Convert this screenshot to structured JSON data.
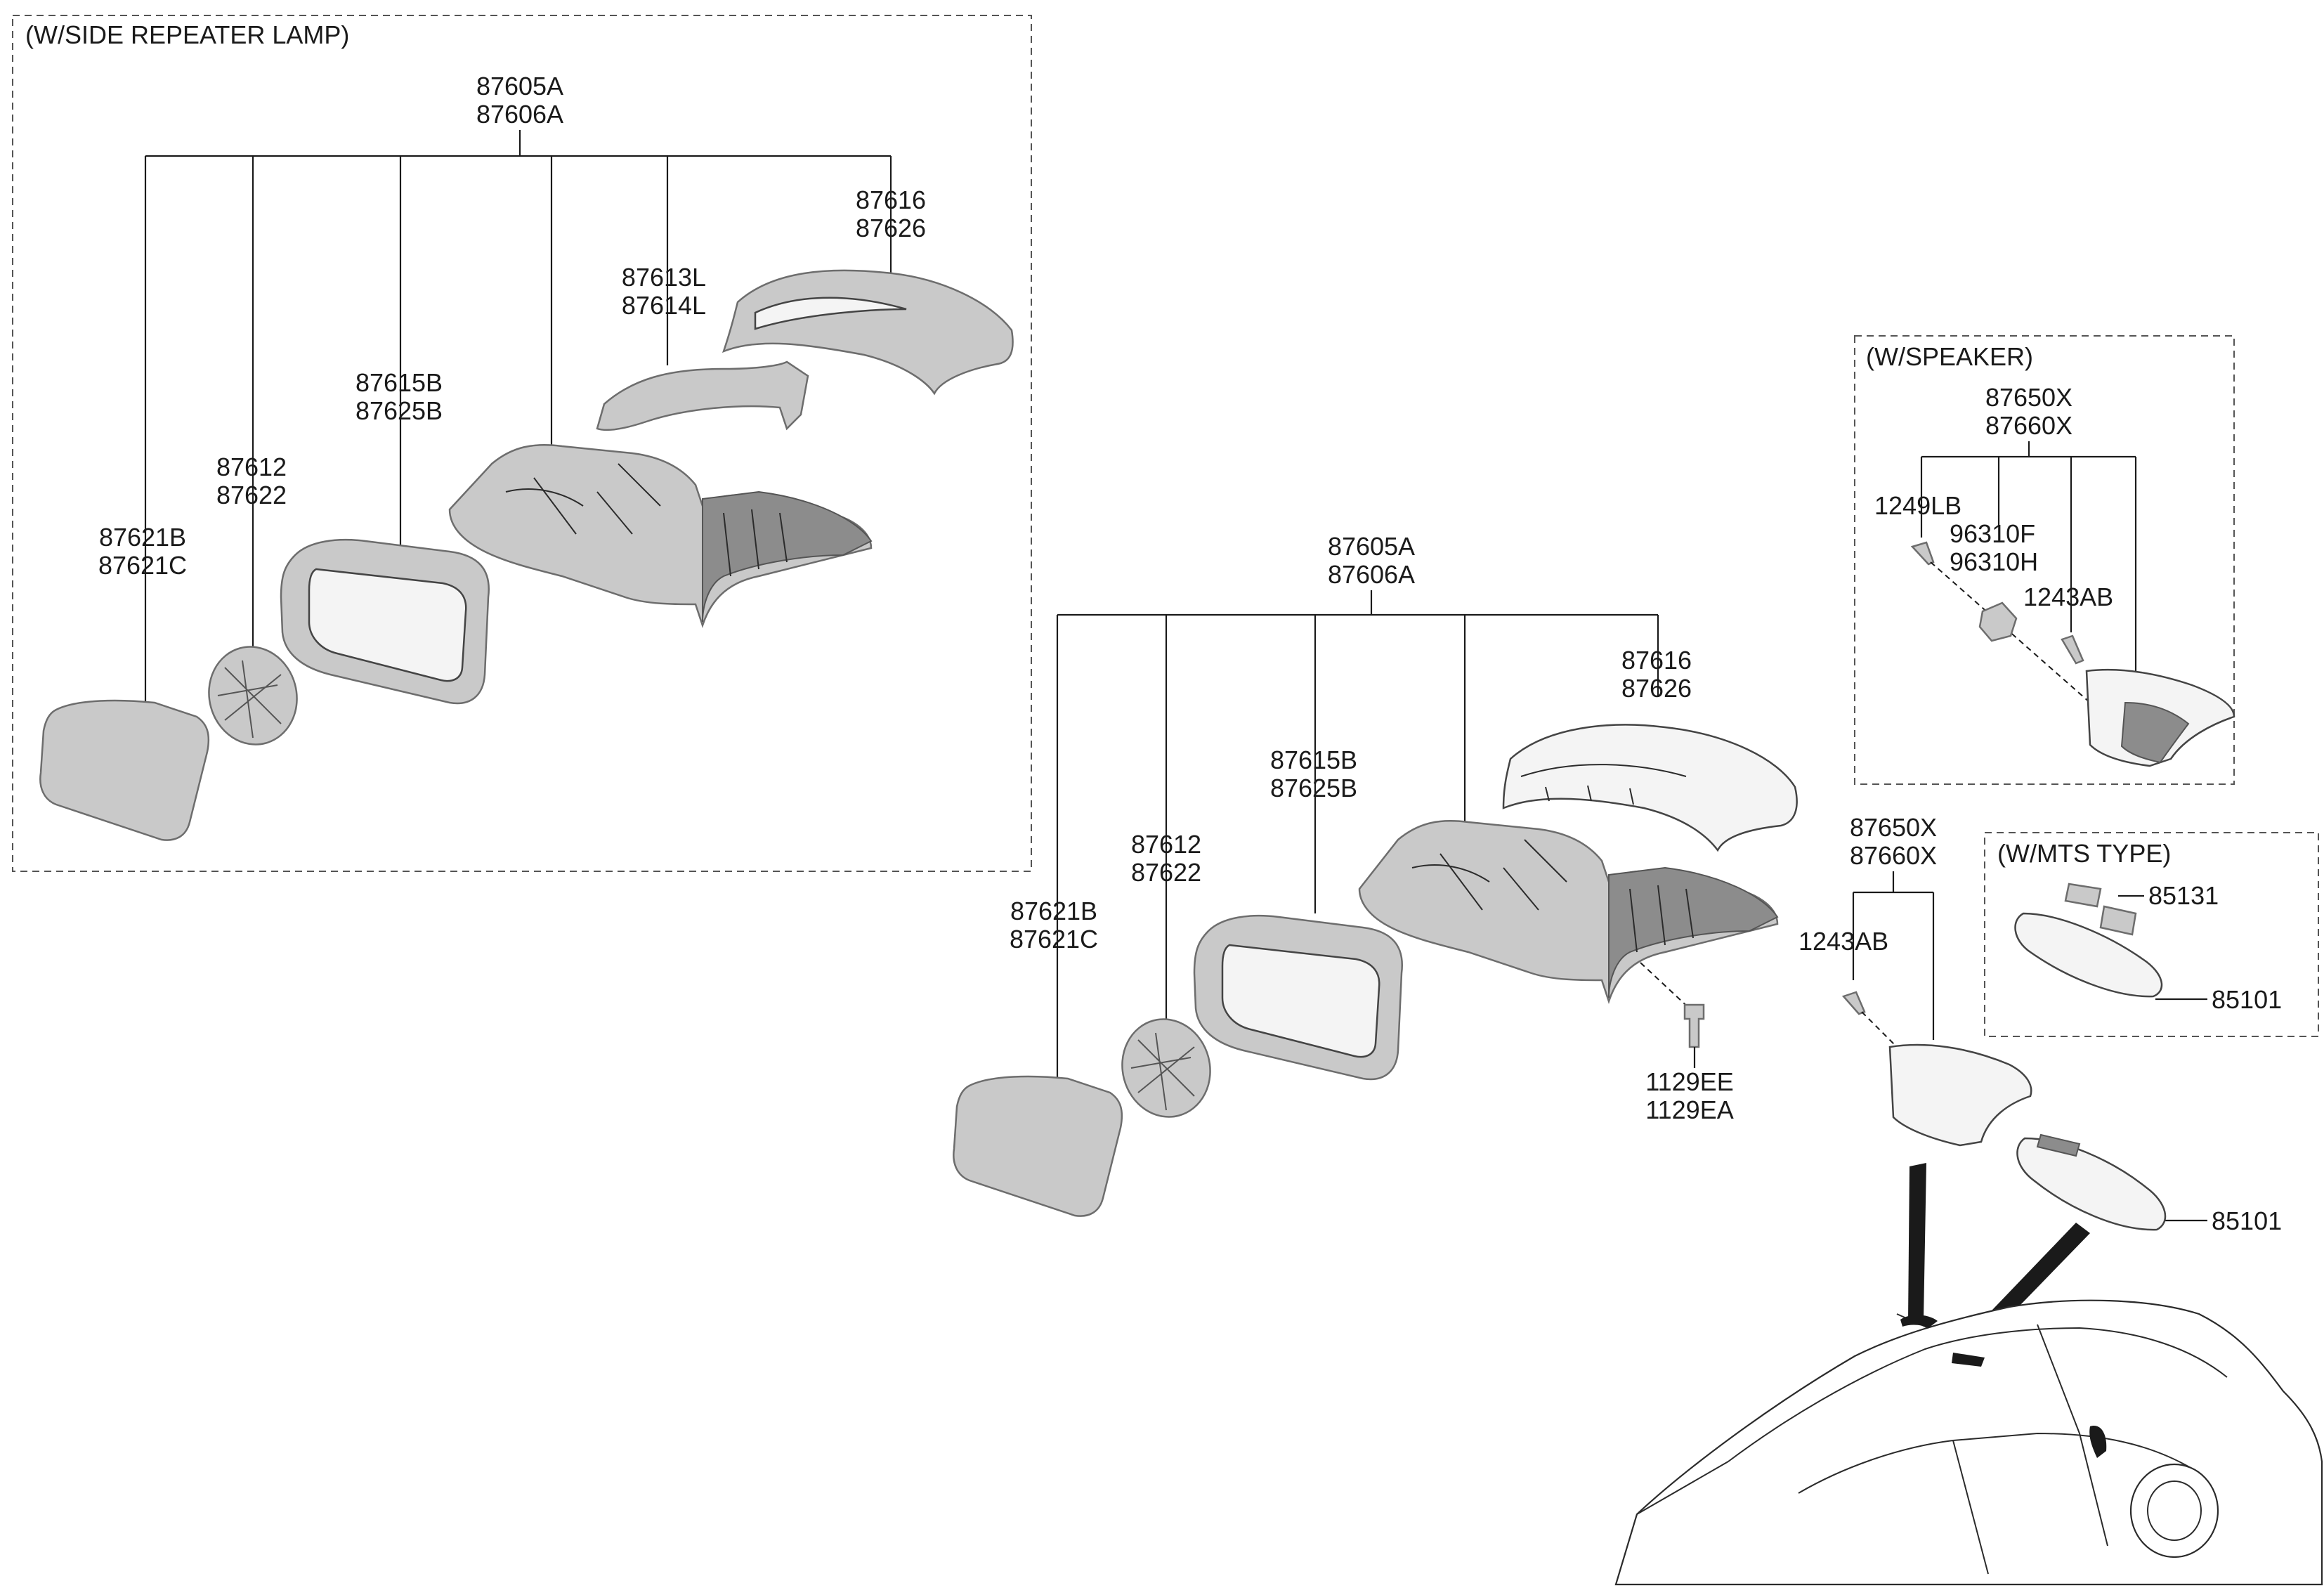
{
  "groups": {
    "side_repeater": {
      "title": "(W/SIDE REPEATER LAMP)"
    },
    "speaker": {
      "title": "(W/SPEAKER)"
    },
    "mts": {
      "title": "(W/MTS TYPE)"
    }
  },
  "labels": {
    "sr_assy_1": "87605A",
    "sr_assy_2": "87606A",
    "sr_cover_1": "87616",
    "sr_cover_2": "87626",
    "sr_lamp_1": "87613L",
    "sr_lamp_2": "87614L",
    "sr_holder_1": "87615B",
    "sr_holder_2": "87625B",
    "sr_actuator_1": "87612",
    "sr_actuator_2": "87622",
    "sr_glass_1": "87621B",
    "sr_glass_2": "87621C",
    "m_assy_1": "87605A",
    "m_assy_2": "87606A",
    "m_cover_1": "87616",
    "m_cover_2": "87626",
    "m_holder_1": "87615B",
    "m_holder_2": "87625B",
    "m_actuator_1": "87612",
    "m_actuator_2": "87622",
    "m_glass_1": "87621B",
    "m_glass_2": "87621C",
    "m_bolt_1": "1129EE",
    "m_bolt_2": "1129EA",
    "sp_assy_1": "87650X",
    "sp_assy_2": "87660X",
    "sp_screw": "1249LB",
    "sp_speaker_1": "96310F",
    "sp_speaker_2": "96310H",
    "sp_screw2": "1243AB",
    "g_assy_1": "87650X",
    "g_assy_2": "87660X",
    "g_screw": "1243AB",
    "mts_cover": "85131",
    "mts_mirror": "85101",
    "room_mirror": "85101"
  }
}
